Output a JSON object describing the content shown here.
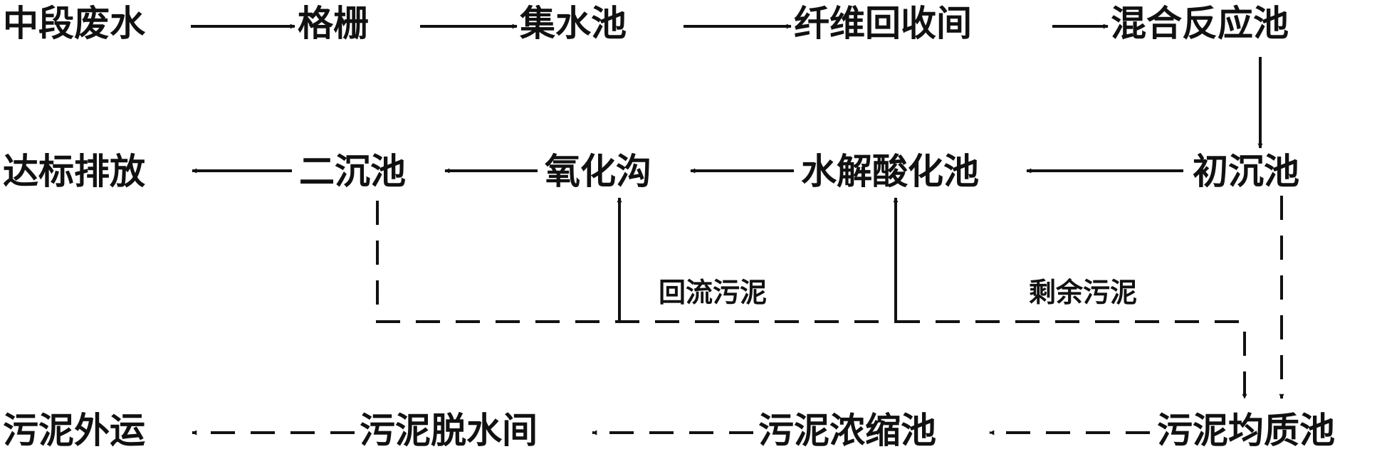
{
  "nodes": {
    "zhongduan_feishui": "中段废水",
    "gezha": "格栅",
    "jishuichi": "集水池",
    "xianwei_huishoujian": "纤维回收间",
    "hunhe_fanyingchi": "混合反应池",
    "chuchenchi": "初沉池",
    "shuijie_suanhuachi": "水解酸化池",
    "yanghuagou": "氧化沟",
    "erchenchi": "二沉池",
    "dabiao_paifang": "达标排放",
    "wuni_junzhichi": "污泥均质池",
    "wuni_nongsuochi": "污泥浓缩池",
    "wuni_tuoshuijian": "污泥脱水间",
    "wuni_waiyun": "污泥外运"
  },
  "labels": {
    "huiliu_wuni": "回流污泥",
    "shengyu_wuni": "剩余污泥"
  }
}
